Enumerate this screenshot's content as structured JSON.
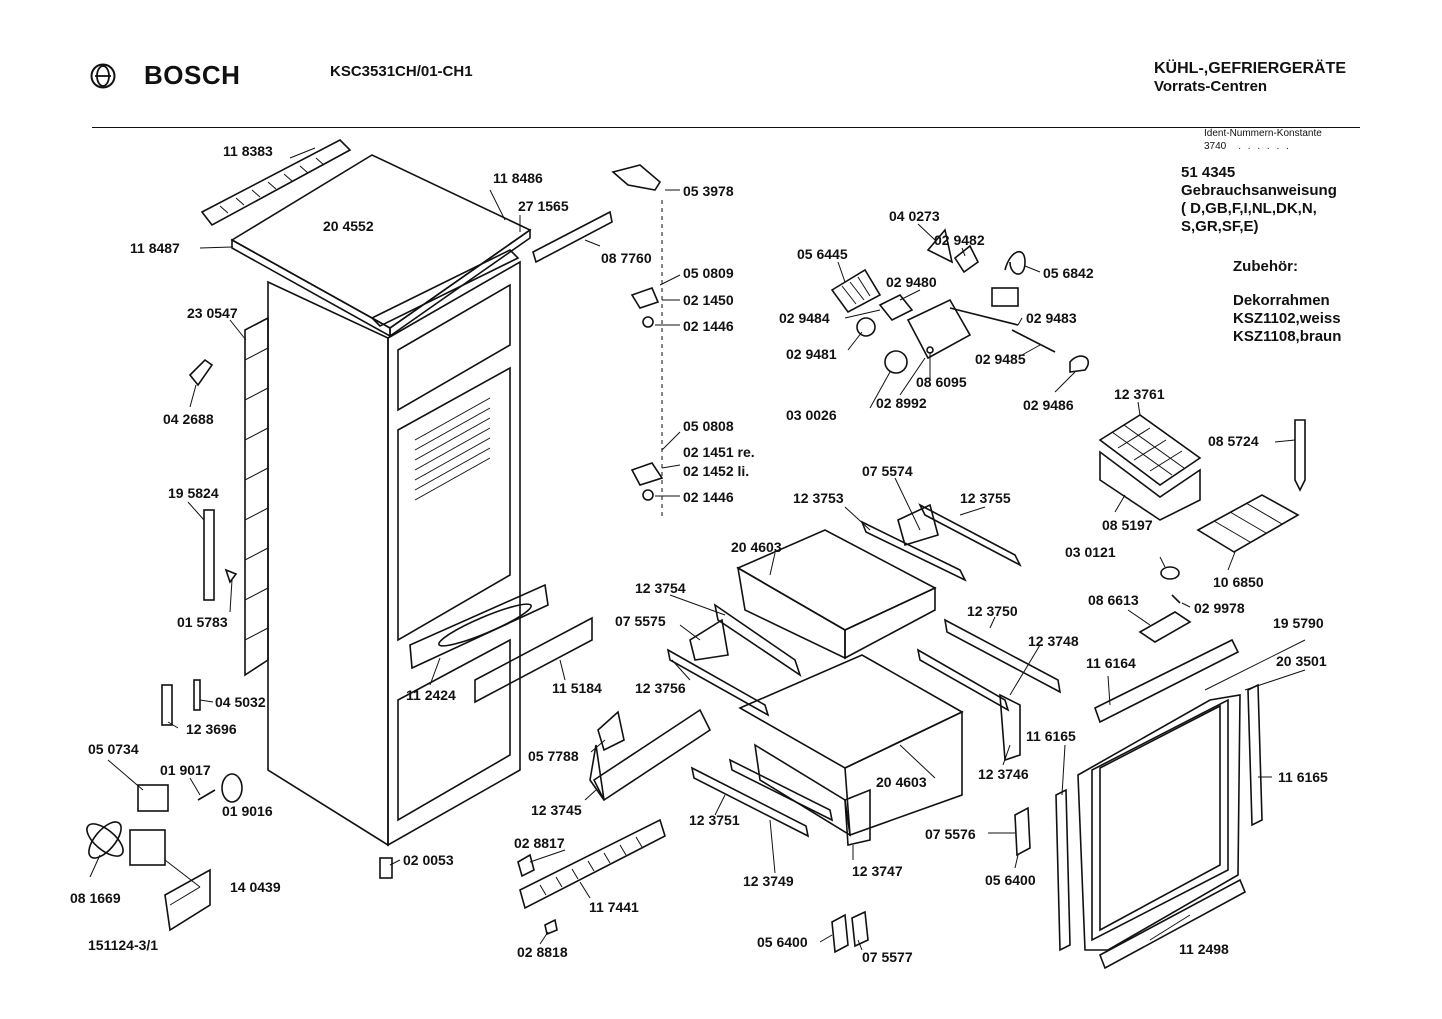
{
  "header": {
    "brand": "BOSCH",
    "model": "KSC3531CH/01-CH1",
    "category_line1": "KÜHL-,GEFRIERGERÄTE",
    "category_line2": "Vorrats-Centren"
  },
  "ident": {
    "title": "Ident-Nummern-Konstante",
    "value": "3740",
    "dots": ". .   . . . ."
  },
  "side_info": {
    "manual_number": "51 4345",
    "manual_title": "Gebrauchsanweisung",
    "languages_1": "( D,GB,F,I,NL,DK,N,",
    "languages_2": "S,GR,SF,E)",
    "accessories_title": "Zubehör:",
    "decor_title": "Dekorrahmen",
    "decor_1": "KSZ1102,weiss",
    "decor_2": "KSZ1108,braun"
  },
  "drawing_number": "151124-3/1",
  "part_labels": [
    "11 8383",
    "11 8486",
    "27 1565",
    "20 4552",
    "11 8487",
    "08 7760",
    "05 3978",
    "05 0809",
    "02 1450",
    "02 1446",
    "05 0808",
    "02 1451 re.",
    "02 1452 li.",
    "02 1446",
    "23 0547",
    "04 2688",
    "19 5824",
    "01 5783",
    "04 5032",
    "12 3696",
    "05 0734",
    "01 9017",
    "01 9016",
    "08 1669",
    "14 0439",
    "02 0053",
    "11 2424",
    "11 5184",
    "05 7788",
    "12 3745",
    "02 8817",
    "11 7441",
    "02 8818",
    "04 0273",
    "02 9482",
    "05 6445",
    "05 6842",
    "02 9480",
    "02 9484",
    "02 9483",
    "02 9481",
    "02 9485",
    "08 6095",
    "03 0026",
    "02 8992",
    "02 9486",
    "12 3761",
    "08 5724",
    "08 5197",
    "03 0121",
    "10 6850",
    "08 6613",
    "02 9978",
    "19 5790",
    "20 3501",
    "11 6164",
    "11 6165",
    "11 6165",
    "11 2498",
    "07 5574",
    "12 3753",
    "12 3755",
    "20 4603",
    "12 3754",
    "07 5575",
    "12 3756",
    "12 3750",
    "12 3748",
    "12 3746",
    "20 4603",
    "12 3751",
    "12 3749",
    "12 3747",
    "07 5576",
    "05 6400",
    "05 6400",
    "07 5577"
  ]
}
